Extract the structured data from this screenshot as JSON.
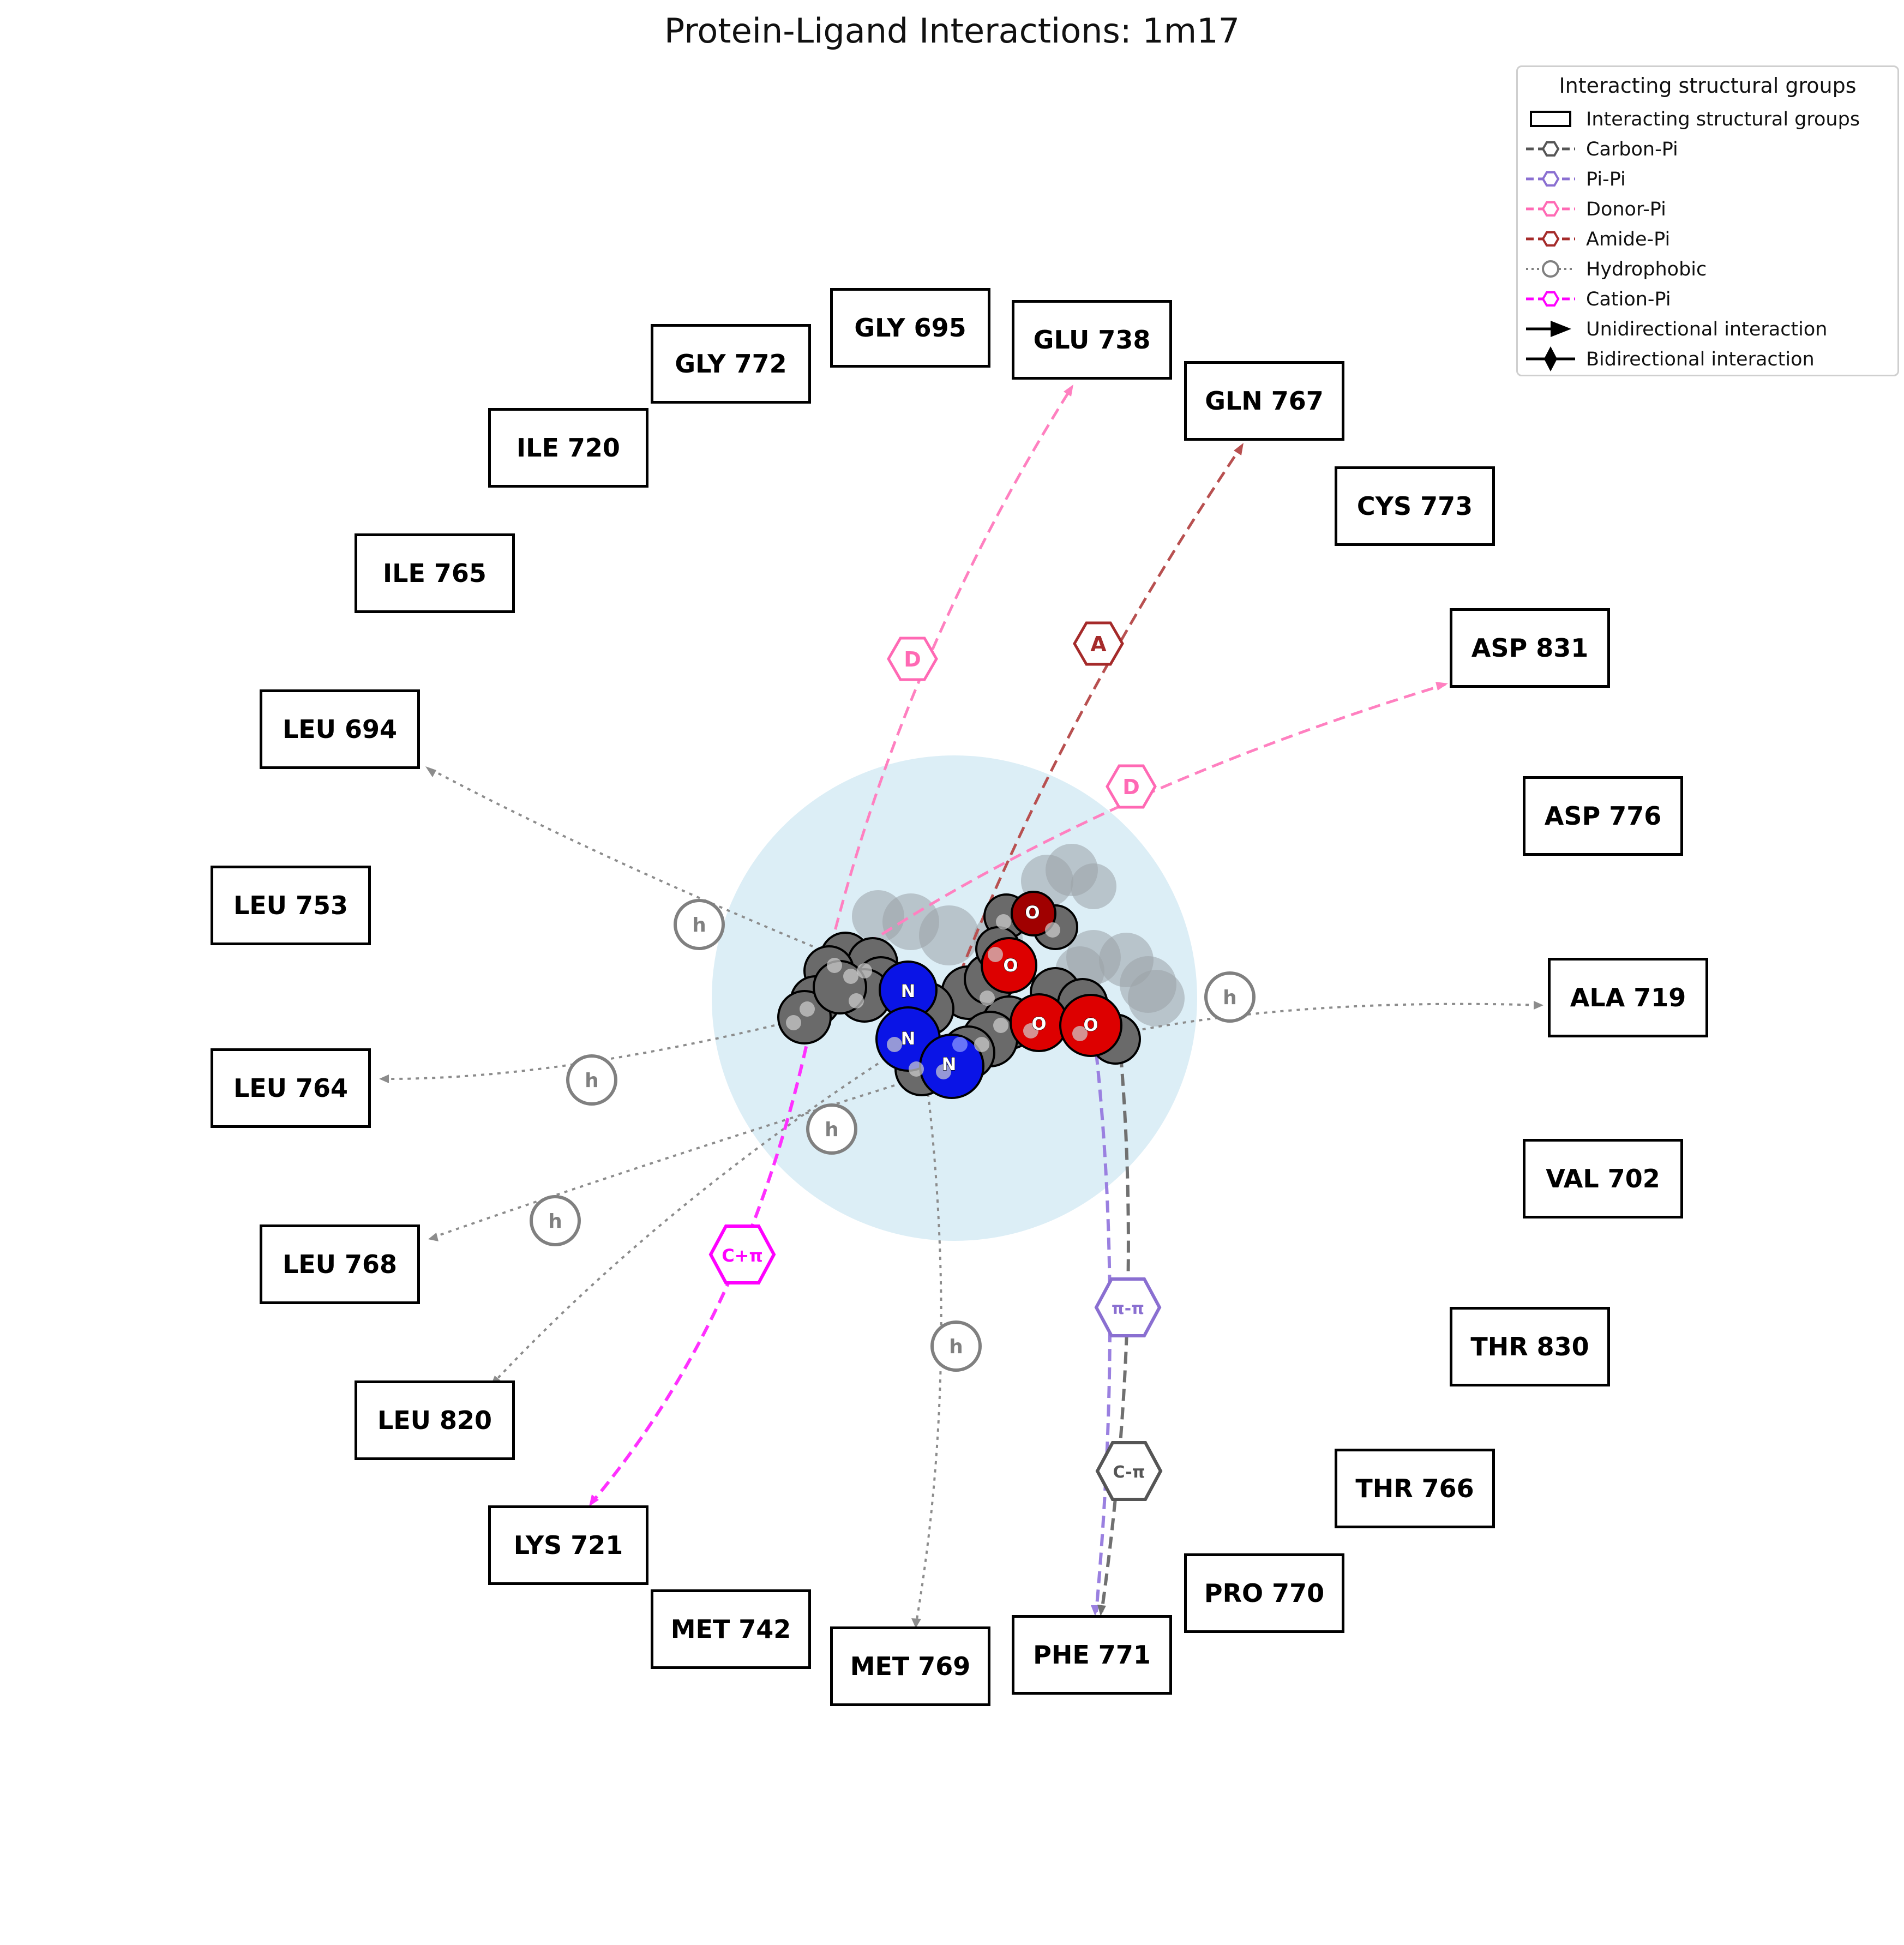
{
  "title": "Protein-Ligand Interactions: 1m17",
  "residues": [
    {
      "label": "GLY 695"
    },
    {
      "label": "GLU 738"
    },
    {
      "label": "GLY 772"
    },
    {
      "label": "GLN 767"
    },
    {
      "label": "ILE 720"
    },
    {
      "label": "CYS 773"
    },
    {
      "label": "ILE 765"
    },
    {
      "label": "ASP 831"
    },
    {
      "label": "LEU 694"
    },
    {
      "label": "ASP 776"
    },
    {
      "label": "LEU 753"
    },
    {
      "label": "ALA 719"
    },
    {
      "label": "LEU 764"
    },
    {
      "label": "VAL 702"
    },
    {
      "label": "LEU 768"
    },
    {
      "label": "THR 830"
    },
    {
      "label": "LEU 820"
    },
    {
      "label": "THR 766"
    },
    {
      "label": "LYS 721"
    },
    {
      "label": "PRO 770"
    },
    {
      "label": "MET 742"
    },
    {
      "label": "PHE 771"
    },
    {
      "label": "MET 769"
    }
  ],
  "interaction_labels": {
    "hydrophobic": "h",
    "donor_pi": "D",
    "amide_pi": "A",
    "cation_pi": "C+π",
    "pi_pi": "π-π",
    "carbon_pi": "C-π"
  },
  "atom_labels": {
    "nitrogen": "N",
    "oxygen": "O"
  },
  "legend": {
    "title": "Interacting structural groups",
    "items": [
      {
        "label": "Interacting structural groups",
        "symbol": "box"
      },
      {
        "label": "Carbon-Pi",
        "symbol": "hex-line",
        "color": "#555555"
      },
      {
        "label": "Pi-Pi",
        "symbol": "hex-line",
        "color": "#8a6fd1"
      },
      {
        "label": "Donor-Pi",
        "symbol": "hex-line",
        "color": "#ff69b4"
      },
      {
        "label": "Amide-Pi",
        "symbol": "hex-line",
        "color": "#a52a2a"
      },
      {
        "label": "Hydrophobic",
        "symbol": "circle-dotted",
        "color": "#808080"
      },
      {
        "label": "Cation-Pi",
        "symbol": "hex-line",
        "color": "#ff00ff"
      },
      {
        "label": "Unidirectional interaction",
        "symbol": "arrow"
      },
      {
        "label": "Bidirectional interaction",
        "symbol": "diamond"
      }
    ]
  },
  "colors": {
    "pocket": "#dceef6",
    "carbon": "#6a6a6a",
    "nitrogen": "#0a14e6",
    "oxygen": "#dd0000",
    "hydrophobic": "#8c8c8c",
    "donor_pi": "#ff80c0",
    "amide_pi": "#b85050",
    "cation_pi": "#ff30ff",
    "pi_pi": "#9a80e0",
    "carbon_pi": "#707070"
  }
}
